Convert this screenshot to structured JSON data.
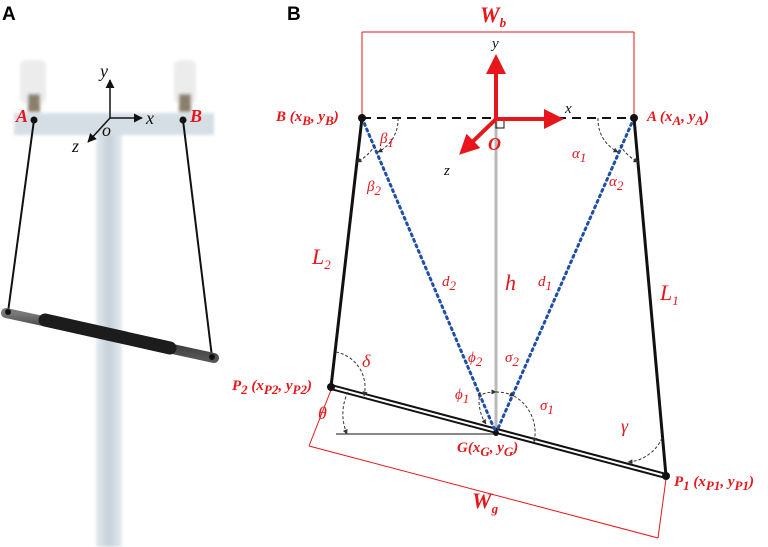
{
  "panel_a": {
    "letter": "A",
    "labels": {
      "point_a": "A",
      "point_b": "B",
      "axis_x": "x",
      "axis_y": "y",
      "axis_z": "z",
      "origin": "o"
    }
  },
  "panel_b": {
    "letter": "B",
    "labels": {
      "width_top": "W",
      "width_top_sub": "b",
      "width_bottom": "W",
      "width_bottom_sub": "g",
      "point_a": "A (x",
      "point_a_sub1": "A",
      "point_a_mid": ", y",
      "point_a_sub2": "A",
      "point_a_end": ")",
      "point_b": "B (x",
      "point_b_sub1": "B",
      "point_b_mid": ", y",
      "point_b_sub2": "B",
      "point_b_end": ")",
      "point_p1": "P",
      "point_p1_idx": "1",
      "point_p1_rest": " (x",
      "point_p1_sub1": "P1",
      "point_p1_mid": ", y",
      "point_p1_sub2": "P1",
      "point_p1_end": ")",
      "point_p2": "P",
      "point_p2_idx": "2",
      "point_p2_rest": " (x",
      "point_p2_sub1": "P2",
      "point_p2_mid": ", y",
      "point_p2_sub2": "P2",
      "point_p2_end": ")",
      "point_g": "G(x",
      "point_g_sub1": "G",
      "point_g_mid": ", y",
      "point_g_sub2": "G",
      "point_g_end": ")",
      "origin": "O",
      "axis_x": "x",
      "axis_y": "y",
      "axis_z": "z",
      "L1": "L",
      "L1_sub": "1",
      "L2": "L",
      "L2_sub": "2",
      "d1": "d",
      "d1_sub": "1",
      "d2": "d",
      "d2_sub": "2",
      "h": "h",
      "alpha1": "α",
      "alpha1_sub": "1",
      "alpha2": "α",
      "alpha2_sub": "2",
      "beta1": "β",
      "beta1_sub": "1",
      "beta2": "β",
      "beta2_sub": "2",
      "phi1": "ϕ",
      "phi1_sub": "1",
      "phi2": "ϕ",
      "phi2_sub": "2",
      "sigma1": "σ",
      "sigma1_sub": "1",
      "sigma2": "σ",
      "sigma2_sub": "2",
      "delta": "δ",
      "gamma": "γ",
      "theta": "θ"
    }
  },
  "colors": {
    "accent": "#e8161b",
    "dotted": "#1f4fa8",
    "line": "#111111",
    "pole": "#c9d4dc"
  }
}
